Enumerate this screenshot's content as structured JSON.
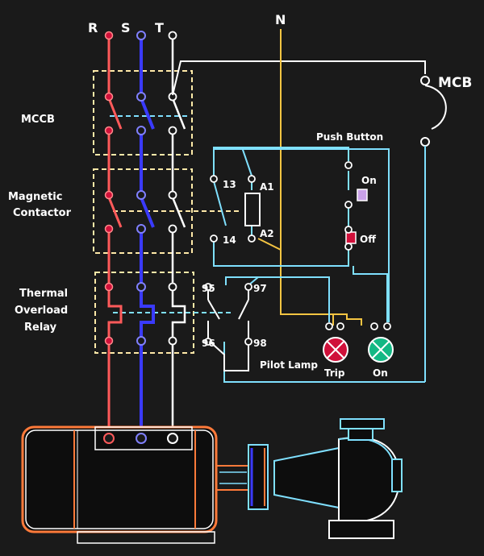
{
  "phases": {
    "r": "R",
    "s": "S",
    "t": "T",
    "n": "N"
  },
  "mcb": "MCB",
  "sections": {
    "mccb": "MCCB",
    "contactor_line1": "Magnetic",
    "contactor_line2": "Contactor",
    "overload_line1": "Thermal",
    "overload_line2": "Overload",
    "overload_line3": "Relay"
  },
  "push_button": {
    "title": "Push Button",
    "on": "On",
    "off": "Off"
  },
  "coil": {
    "a1": "A1",
    "a2": "A2"
  },
  "aux_contact": {
    "t13": "13",
    "t14": "14"
  },
  "overload_terminals": {
    "t95": "95",
    "t96": "96",
    "t97": "97",
    "t98": "98"
  },
  "pilot_lamp": {
    "title": "Pilot Lamp",
    "trip": "Trip",
    "on": "On"
  },
  "colors": {
    "background": "#1a1a1a",
    "phase_r": "#ff5a5a",
    "phase_s": "#3a3aff",
    "phase_t": "#ffffff",
    "neutral": "#f5c542",
    "control": "#7fe0ff",
    "enclosure": "#ffe9a8",
    "lamp_trip": "#d0103a",
    "lamp_on": "#13b884"
  }
}
